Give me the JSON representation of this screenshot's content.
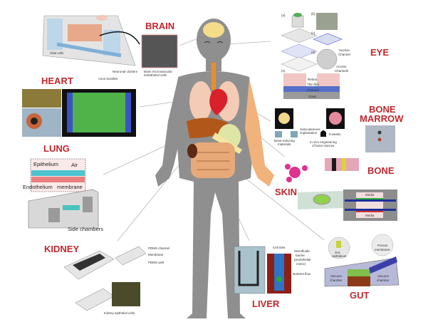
{
  "labels": {
    "brain": "BRAIN",
    "eye": "EYE",
    "heart": "HEART",
    "bone_marrow_1": "BONE",
    "bone_marrow_2": "MARROW",
    "lung": "LUNG",
    "bone": "BONE",
    "skin": "SKIN",
    "kidney": "KIDNEY",
    "liver": "LIVER",
    "gut": "GUT"
  },
  "brain": {
    "glial": "Glial cells",
    "neuronal": "Neuronal clusters",
    "axon": "Axon bundles",
    "bmec1": "Brain microvascular",
    "bmec2": "endothelial cells"
  },
  "eye": {
    "a": "(a)",
    "b": "(b)",
    "c": "(c)",
    "d": "(d)",
    "e": "(e)",
    "suction1": "Suction",
    "suction2": "Channel",
    "access1": "Access",
    "access2": "Channels",
    "retina": "Retina",
    "thin_film": "Thin film",
    "channel": "Channel",
    "glass": "Glass"
  },
  "bone_marrow": {
    "implant1": "Subcutaneous",
    "implant2": "implantation",
    "weeks": "8 weeks",
    "materials1": "Bone-inducing",
    "materials2": "materials",
    "invivo1": "In vivo engineering",
    "invivo2": "of bone marrow"
  },
  "lung": {
    "epithelium": "Epithelium",
    "air": "Air",
    "endothelium": "Endothelium",
    "membrane": "membrane",
    "side": "Side chambers"
  },
  "skin": {
    "media_top": "Media",
    "media_bottom": "Media"
  },
  "kidney": {
    "pdms_channel": "PDMS channel",
    "membrane": "Membrane",
    "pdms_well": "PDMS well",
    "cells": "Kidney epithelial cells"
  },
  "liver": {
    "inlet": "Cell inlet",
    "barrier1": "Microfluidic",
    "barrier2": "barrier",
    "barrier3": "(endothelial",
    "barrier4": "mimic)",
    "flow": "Nutrient flow"
  },
  "gut": {
    "epi1": "Gut",
    "epi2": "epithelium",
    "mem1": "Porous",
    "mem2": "membrane",
    "vac1a": "Vacuum",
    "vac1b": "chamber",
    "vac2a": "Vacuum",
    "vac2b": "chamber"
  },
  "colors": {
    "label": "#c1272d",
    "body": "#8c8c8c",
    "skin_arm": "#f2b27c"
  }
}
